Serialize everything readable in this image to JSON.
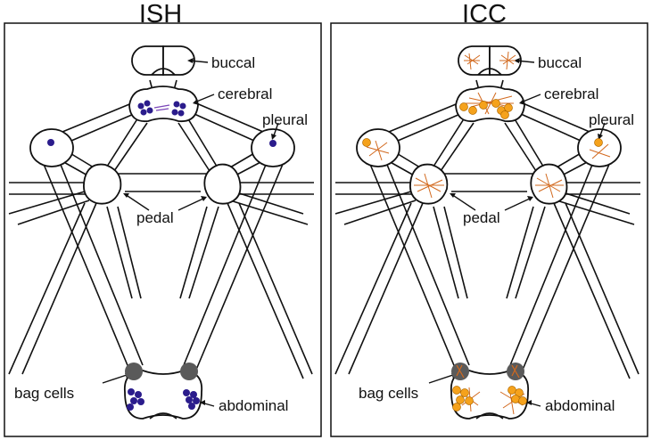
{
  "panels": [
    {
      "title": "ISH",
      "labels": {
        "buccal": "buccal",
        "cerebral": "cerebral",
        "pleural": "pleural",
        "pedal": "pedal",
        "bag_cells": "bag cells",
        "abdominal": "abdominal"
      }
    },
    {
      "title": "ICC",
      "labels": {
        "buccal": "buccal",
        "cerebral": "cerebral",
        "pleural": "pleural",
        "pedal": "pedal",
        "bag_cells": "bag cells",
        "abdominal": "abdominal"
      }
    }
  ],
  "colors": {
    "ish_cells": "#2b1c8c",
    "ish_fibers": "#7b46b8",
    "icc_cells": "#f5a21c",
    "icc_fibers": "#d2691e",
    "bag_cells": "#5a5a5a",
    "outline": "#111111"
  }
}
